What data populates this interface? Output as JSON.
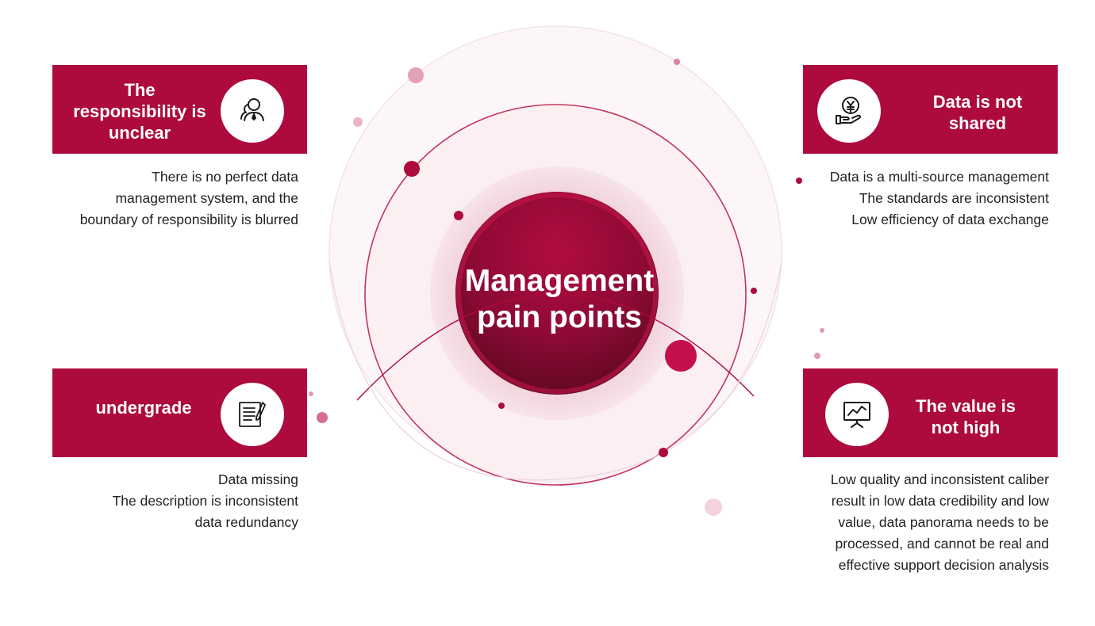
{
  "center": {
    "line1": "Management",
    "line2": "pain points"
  },
  "quadrants": {
    "top_left": {
      "title_lines": [
        "The",
        "responsibility is",
        "unclear"
      ],
      "icon": "people-icon",
      "desc_lines": [
        "There is no perfect data",
        "management system, and the",
        "boundary of responsibility is blurred"
      ]
    },
    "top_right": {
      "title_lines": [
        "Data is not",
        "shared"
      ],
      "icon": "yen-hand-icon",
      "desc_lines": [
        "Data is a multi-source management",
        "The standards are inconsistent",
        "Low efficiency of data exchange"
      ]
    },
    "bottom_left": {
      "title_lines": [
        "undergrade"
      ],
      "icon": "document-pen-icon",
      "desc_lines": [
        "Data missing",
        "The description is inconsistent",
        "data redundancy"
      ]
    },
    "bottom_right": {
      "title_lines": [
        "The value is",
        "not high"
      ],
      "icon": "presentation-chart-icon",
      "desc_lines": [
        "Low quality and inconsistent caliber",
        "result in low data credibility and low",
        "value, data panorama needs to be",
        "processed, and cannot be real and",
        "effective support decision analysis"
      ]
    }
  },
  "colors": {
    "accent": "#ad0a3d",
    "dark_accent": "#5a0820",
    "light_pink": "#f5dce4",
    "text": "#222222"
  }
}
